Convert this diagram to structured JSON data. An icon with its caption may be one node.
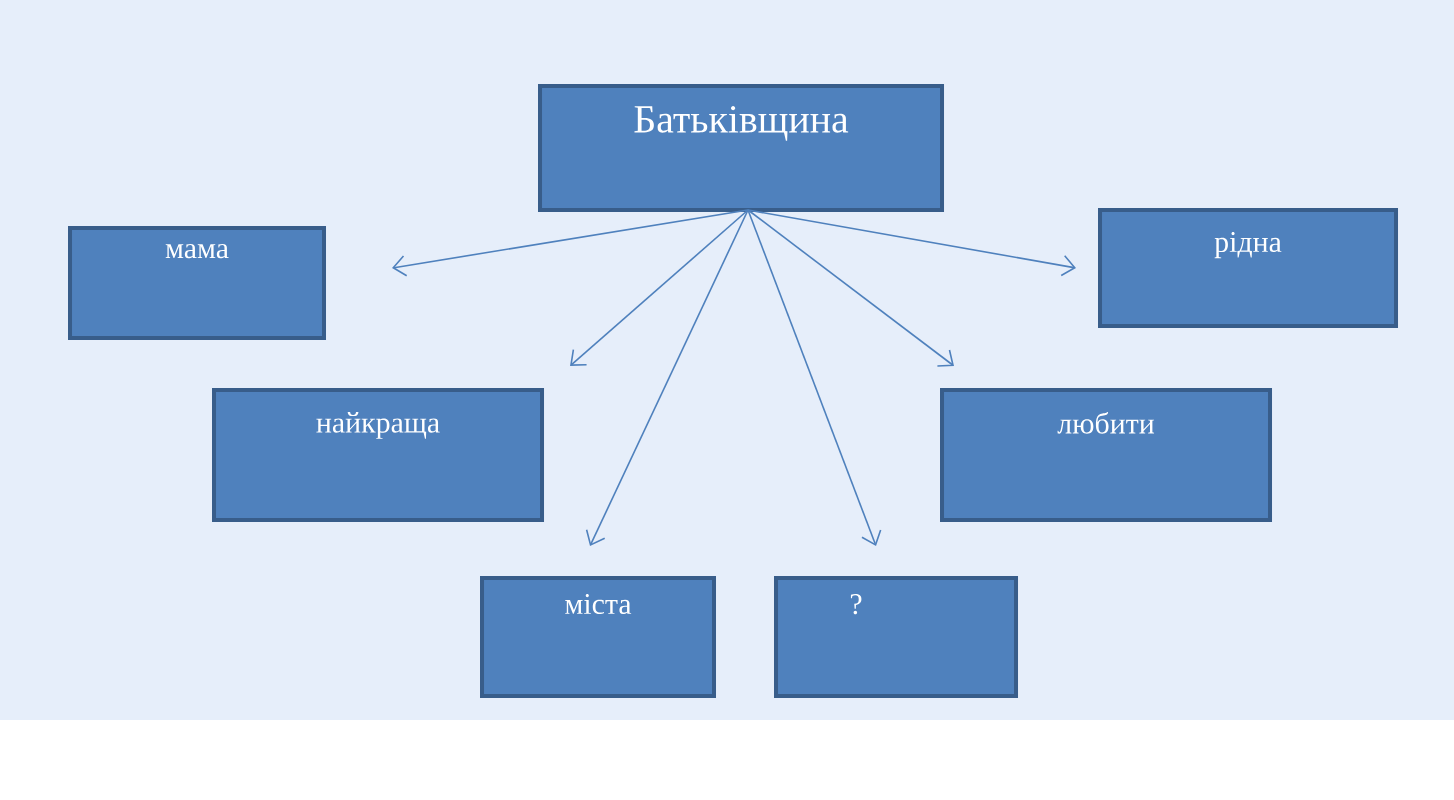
{
  "diagram": {
    "nodes": [
      {
        "text": [
          "Батьківщина"
        ]
      },
      {
        "text": [
          "мама"
        ]
      },
      {
        "text": [
          "рідна"
        ]
      },
      {
        "text": [
          "найкраща"
        ]
      },
      {
        "text": [
          "любити"
        ]
      },
      {
        "text": [
          "міста"
        ]
      },
      {
        "text": [
          "?"
        ]
      }
    ],
    "edges": [
      {
        "from": 0,
        "to": 1,
        "arrow": "to"
      },
      {
        "from": 0,
        "to": 2,
        "arrow": "to"
      },
      {
        "from": 0,
        "to": 3,
        "arrow": "to"
      },
      {
        "from": 0,
        "to": 4,
        "arrow": "to"
      },
      {
        "from": 0,
        "to": 5,
        "arrow": "to"
      },
      {
        "from": 0,
        "to": 6,
        "arrow": "to"
      }
    ]
  }
}
